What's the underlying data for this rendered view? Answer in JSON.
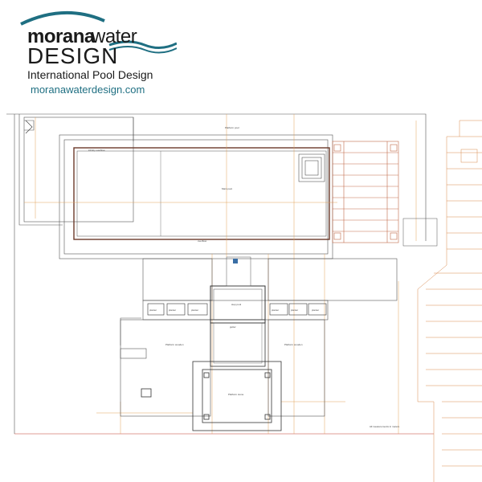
{
  "brand": {
    "word1": "morana",
    "word2": "water",
    "word3": "DESIGN",
    "tagline": "International Pool Design",
    "url": "moranawaterdesign.com",
    "wave_color": "#1f6f82"
  },
  "plan_labels": {
    "platform_upper": "Platform pool",
    "main_pool": "Main pool",
    "step_pool": "step pool",
    "platform_lower_left": "Platform wooden",
    "platform_lower_right": "Platform wooden",
    "terrace": "Platform stone",
    "overflow_left": "infinity overflow",
    "overflow_mid": "overflow",
    "gutter": "gutter",
    "planter_1": "planter",
    "planter_2": "planter",
    "planter_3": "planter",
    "planter_4": "planter",
    "planter_5": "planter",
    "planter_6": "planter",
    "note": "All measurements in meters"
  },
  "colors": {
    "outline": "#555555",
    "pool_wall": "#6b3a2a",
    "dimension": "#e2a25a",
    "dimension_red": "#c0392b",
    "pergola": "#c26a4a",
    "hatch": "#d8894f"
  }
}
